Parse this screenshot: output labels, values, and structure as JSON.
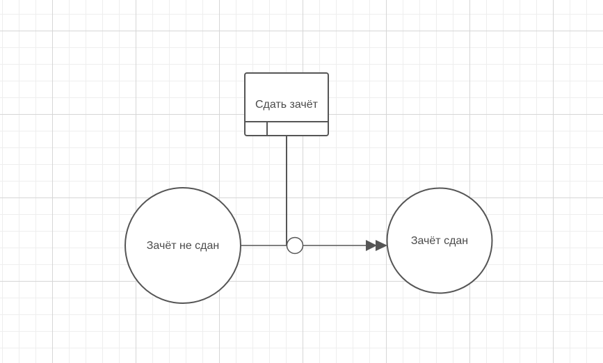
{
  "diagram": {
    "process": {
      "label": "Сдать зачёт"
    },
    "state_from": {
      "label": "Зачёт не сдан"
    },
    "state_to": {
      "label": "Зачёт сдан"
    }
  }
}
